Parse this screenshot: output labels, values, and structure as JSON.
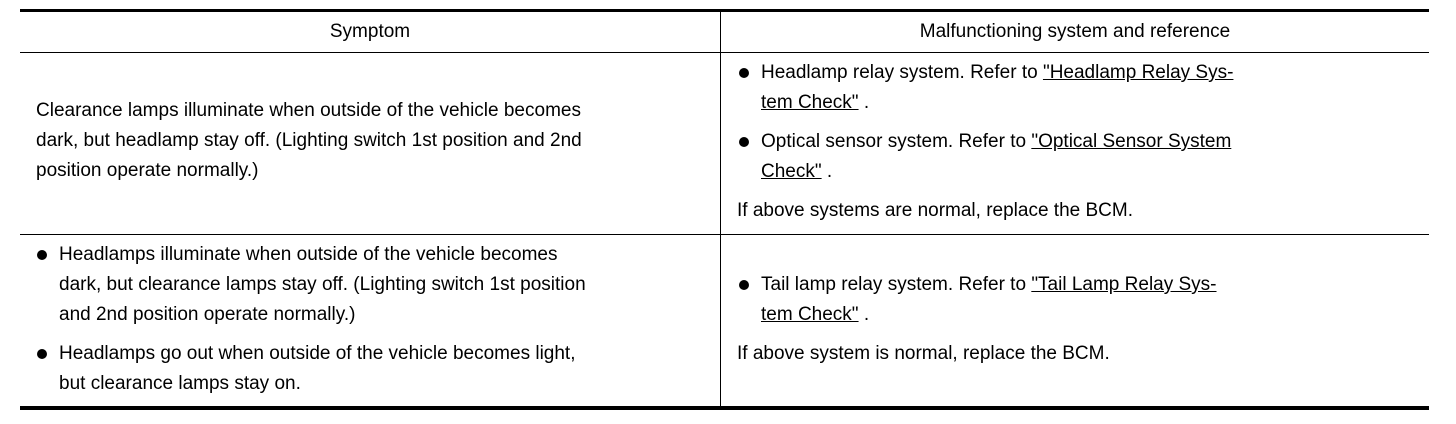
{
  "table": {
    "headers": {
      "symptom": "Symptom",
      "reference": "Malfunctioning system and reference"
    },
    "rows": [
      {
        "symptom": {
          "lines": [
            "Clearance lamps illuminate when outside of the vehicle becomes",
            "dark, but headlamp stay off. (Lighting switch 1st position and 2nd",
            "position operate normally.)"
          ]
        },
        "reference": {
          "items": [
            {
              "text_before": "Headlamp relay system. Refer to ",
              "link_line1": "\"Headlamp Relay Sys-",
              "link_line2": "tem Check\"",
              "text_after": " ."
            },
            {
              "text_before": "Optical sensor system. Refer to ",
              "link_line1": "\"Optical Sensor System ",
              "link_line2": "Check\"",
              "text_after": " ."
            }
          ],
          "note": "If above systems are normal, replace the BCM."
        }
      },
      {
        "symptom": {
          "items": [
            {
              "lines": [
                "Headlamps illuminate when outside of the vehicle becomes",
                "dark, but clearance lamps stay off. (Lighting switch 1st position",
                "and 2nd position operate normally.)"
              ]
            },
            {
              "lines": [
                "Headlamps go out when outside of the vehicle becomes light,",
                "but clearance lamps stay on."
              ]
            }
          ]
        },
        "reference": {
          "items": [
            {
              "text_before": "Tail lamp relay system. Refer to ",
              "link_line1": "\"Tail Lamp Relay Sys-",
              "link_line2": "tem Check\"",
              "text_after": " ."
            }
          ],
          "note": "If above system is normal, replace the BCM."
        }
      }
    ]
  }
}
